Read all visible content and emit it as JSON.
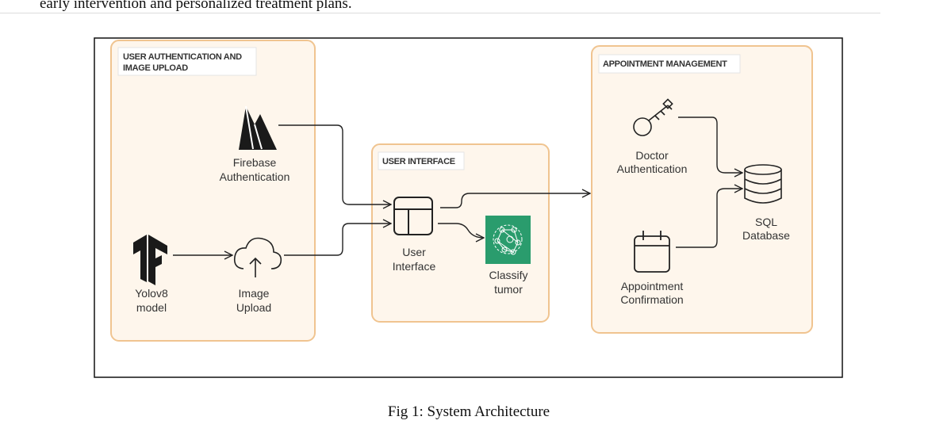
{
  "page": {
    "top_text": "early intervention and personalized treatment plans.",
    "caption": "Fig 1: System Architecture"
  },
  "diagram": {
    "sections": {
      "auth_upload_line1": "USER AUTHENTICATION AND",
      "auth_upload_line2": "IMAGE UPLOAD",
      "user_interface": "USER INTERFACE",
      "appointment": "APPOINTMENT MANAGEMENT"
    },
    "nodes": {
      "firebase": [
        "Firebase",
        "Authentication"
      ],
      "yolo": [
        "Yolov8",
        "model"
      ],
      "image_upload": [
        "Image",
        "Upload"
      ],
      "user_interface": [
        "User",
        "Interface"
      ],
      "classify": [
        "Classify",
        "tumor"
      ],
      "doctor_auth": [
        "Doctor",
        "Authentication"
      ],
      "appointment_conf": [
        "Appointment",
        "Confirmation"
      ],
      "sql_db": [
        "SQL",
        "Database"
      ]
    },
    "colors": {
      "section_border": "#f0c490",
      "section_fill": "#fef6ec",
      "classify_icon_bg": "#2a9c6d",
      "line": "#222222"
    },
    "icons": {
      "firebase": "firebase-icon",
      "yolo": "tensorflow-icon",
      "image_upload": "cloud-upload-icon",
      "user_interface": "layout-icon",
      "classify": "neural-network-icon",
      "doctor_auth": "key-icon",
      "appointment_conf": "calendar-icon",
      "sql_db": "database-icon"
    }
  }
}
